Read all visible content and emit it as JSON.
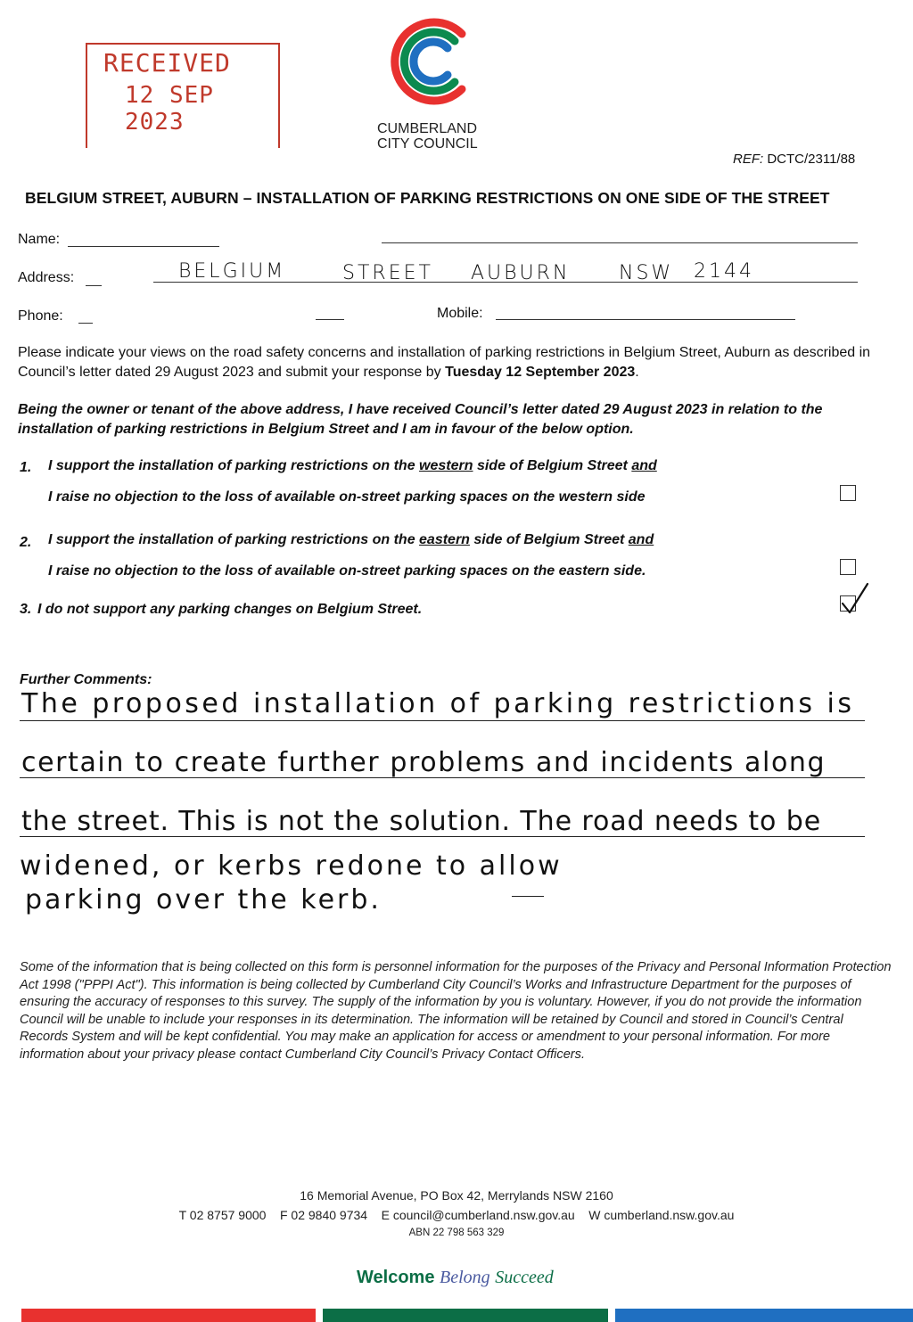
{
  "stamp": {
    "title": "RECEIVED",
    "date": "12 SEP 2023"
  },
  "logo": {
    "line1": "CUMBERLAND",
    "line2": "CITY COUNCIL"
  },
  "ref": {
    "label": "REF:",
    "value": "DCTC/2311/88"
  },
  "heading": "BELGIUM STREET, AUBURN – INSTALLATION OF PARKING RESTRICTIONS ON ONE SIDE OF THE STREET",
  "form": {
    "name_label": "Name:",
    "address_label": "Address:",
    "address_value": [
      "BELGIUM",
      "STREET",
      "AUBURN",
      "NSW",
      "2144"
    ],
    "phone_label": "Phone:",
    "mobile_label": "Mobile:"
  },
  "intro": {
    "text": "Please indicate your views on the road safety concerns and installation of parking restrictions in Belgium Street, Auburn as described in Council’s letter dated 29 August 2023 and submit your response by ",
    "deadline": "Tuesday 12 September 2023",
    "end": "."
  },
  "declaration": "Being the owner or tenant of the above address, I have received Council’s letter dated 29 August 2023 in relation to the installation of parking restrictions in Belgium Street and I am in favour of the below option.",
  "options": [
    {
      "num": "1.",
      "l1a": "I support the installation of parking restrictions on the ",
      "side": "western",
      "l1b": " side of Belgium Street ",
      "and": "and",
      "l2": "I raise no objection to the loss of available on-street parking spaces on the western side",
      "checked": false
    },
    {
      "num": "2.",
      "l1a": "I support the installation of parking restrictions on the ",
      "side": "eastern",
      "l1b": " side of Belgium Street ",
      "and": "and",
      "l2": "I raise no objection to the loss of available on-street parking spaces on the eastern side.",
      "checked": false
    },
    {
      "num": "3.",
      "text": "I do not support any parking changes on Belgium Street.",
      "checked": true
    }
  ],
  "comments": {
    "label": "Further Comments:",
    "lines": [
      "The proposed installation of parking restrictions is",
      "certain to create further problems and incidents along",
      "the street. This is not the solution. The road needs to be",
      "widened, or kerbs redone to allow",
      "parking over the kerb."
    ]
  },
  "privacy": "Some of the information that is being collected on this form is personnel information for the purposes of the Privacy and Personal Information Protection Act 1998 (\"PPPI Act\"). This information is being collected by Cumberland City Council’s Works and Infrastructure Department for the purposes of ensuring the accuracy of responses to this survey. The supply of the information by you is voluntary. However, if you do not provide the information Council will be unable to include your responses in its determination. The information will be retained by Council and stored in Council’s Central Records System and will be kept confidential. You may make an application for access or amendment to your personal information. For more information about your privacy please contact Cumberland City Council’s Privacy Contact Officers.",
  "footer": {
    "address": "16 Memorial Avenue, PO Box 42, Merrylands NSW 2160",
    "contacts": "T 02 8757 9000    F 02 9840 9734    E council@cumberland.nsw.gov.au    W cumberland.nsw.gov.au",
    "abn": "ABN 22 798 563 329"
  },
  "slogan": {
    "welcome": "Welcome",
    "belong": "Belong",
    "succeed": "Succeed"
  },
  "colors": {
    "stamp_red": "#c0392b",
    "logo_red": "#e8312f",
    "logo_green": "#0c8a4f",
    "logo_blue": "#1f6fc1",
    "brand_green": "#0c6e46"
  }
}
